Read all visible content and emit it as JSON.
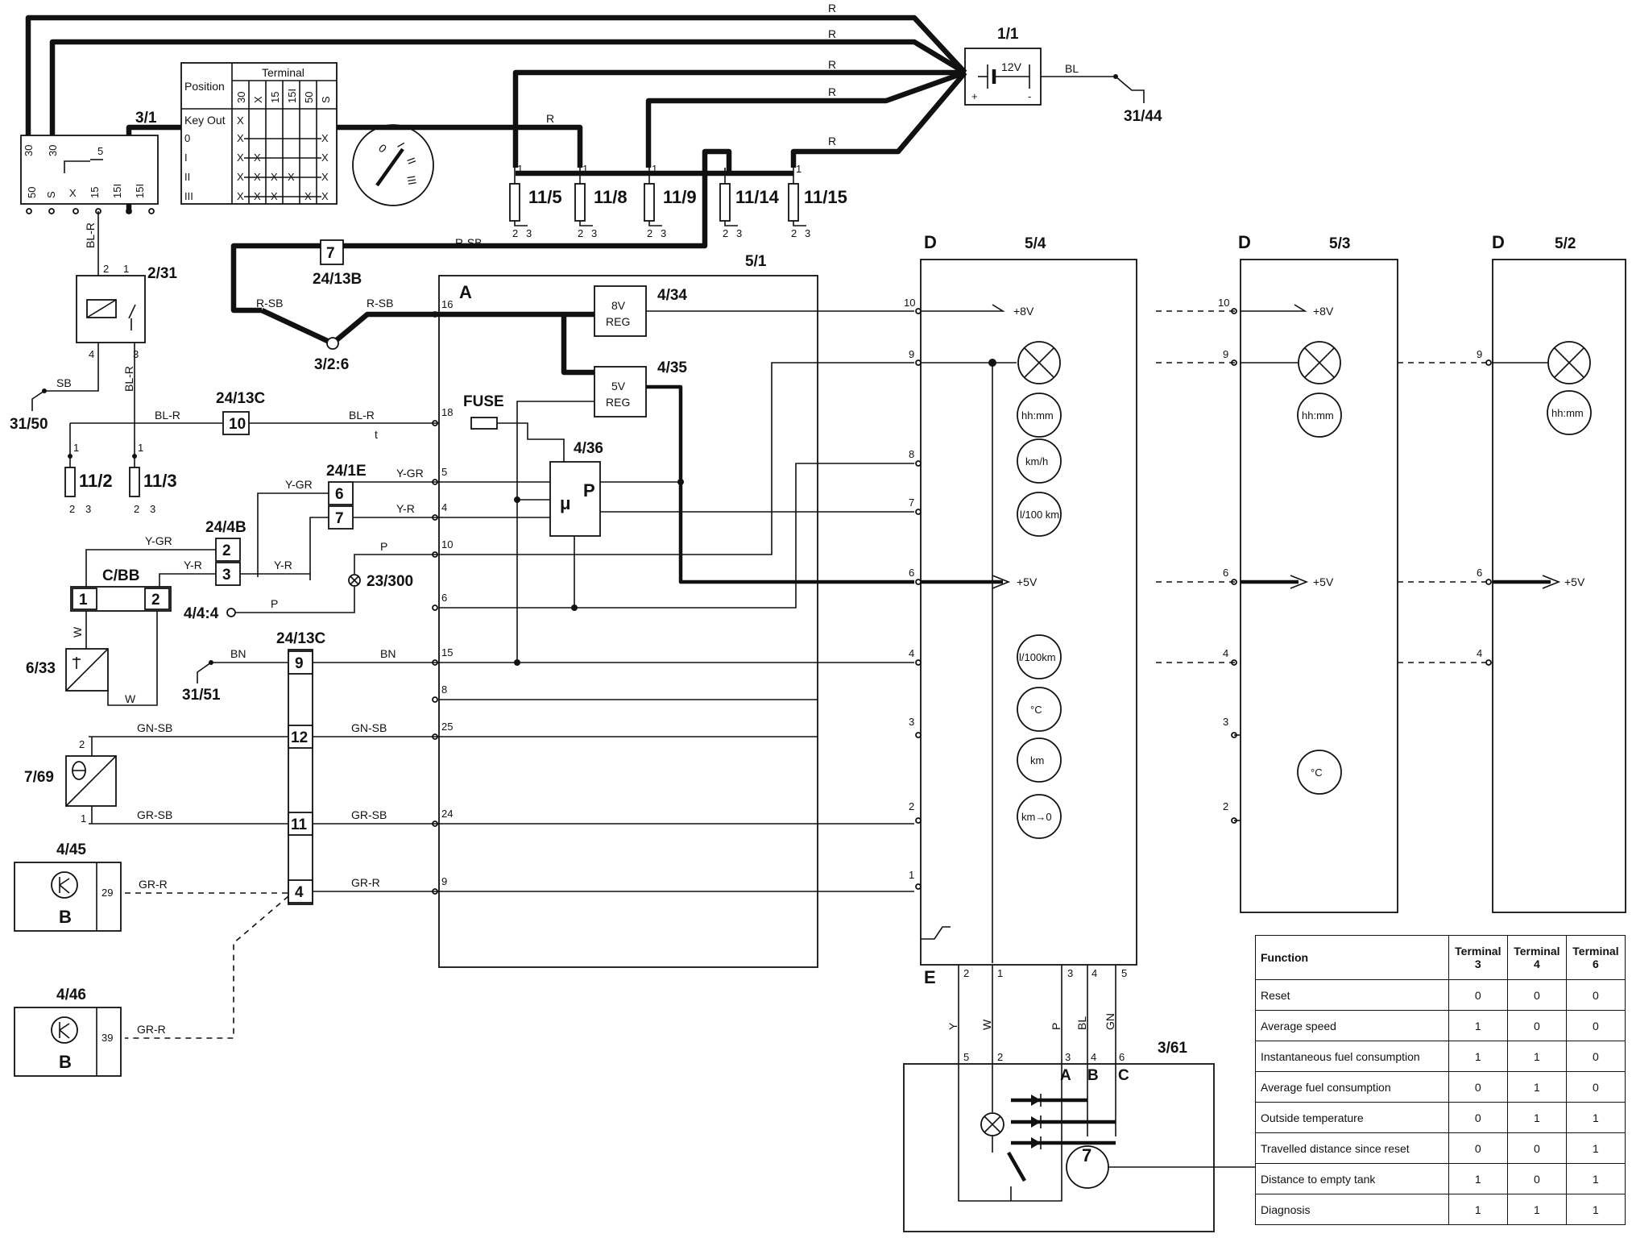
{
  "components": {
    "battery": {
      "ref": "1/1",
      "voltage": "12V",
      "plus": "+",
      "minus": "-"
    },
    "ground_31_44": "31/44",
    "ignition_switch": {
      "ref": "3/1",
      "top_pins": [
        "30",
        "30"
      ],
      "pin5": "5",
      "bottom_pins": [
        "50",
        "S",
        "X",
        "15",
        "15I",
        "15I"
      ],
      "key_positions": [
        "0",
        "I",
        "II",
        "III"
      ]
    },
    "position_table": {
      "position_label": "Position",
      "terminal_label": "Terminal",
      "key_out": "Key Out",
      "terminals": [
        "30",
        "X",
        "15",
        "15I",
        "50",
        "S"
      ],
      "rows": [
        "0",
        "I",
        "II",
        "III"
      ],
      "mark": "X"
    },
    "relay": {
      "ref": "2/31",
      "pins": [
        "2",
        "1",
        "4",
        "3"
      ]
    },
    "ground_31_50": "31/50",
    "ground_31_51": "31/51",
    "fuses_top": [
      {
        "ref": "11/5",
        "pins": [
          "1",
          "2",
          "3"
        ]
      },
      {
        "ref": "11/8",
        "pins": [
          "1",
          "2",
          "3"
        ]
      },
      {
        "ref": "11/9",
        "pins": [
          "1",
          "2",
          "3"
        ]
      },
      {
        "ref": "11/14",
        "pins": [
          "1",
          "2",
          "3"
        ]
      },
      {
        "ref": "11/15",
        "pins": [
          "1",
          "2",
          "3"
        ]
      }
    ],
    "fuses_left": [
      {
        "ref": "11/2",
        "pins": [
          "1",
          "2",
          "3"
        ]
      },
      {
        "ref": "11/3",
        "pins": [
          "1",
          "2",
          "3"
        ]
      }
    ],
    "conn_24_13B": {
      "ref": "24/13B",
      "pin": "7"
    },
    "splice_3_2_6": "3/2:6",
    "conn_24_13C_top": {
      "ref": "24/13C",
      "pin": "10"
    },
    "conn_24_1E": {
      "ref": "24/1E",
      "pins": [
        "6",
        "7"
      ]
    },
    "conn_24_4B": {
      "ref": "24/4B",
      "pins": [
        "2",
        "3"
      ]
    },
    "conn_C_BB": {
      "ref": "C/BB",
      "pins": [
        "1",
        "2"
      ]
    },
    "sensor_6_33": "6/33",
    "lamp_23_300": "23/300",
    "ground_4_4_4": "4/4:4",
    "conn_24_13C_bottom": {
      "ref": "24/13C",
      "pins": [
        "9",
        "12",
        "11",
        "4"
      ]
    },
    "sensor_7_69": {
      "ref": "7/69",
      "pins": [
        "2",
        "1"
      ]
    },
    "ecu_4_45": {
      "ref": "4/45",
      "pin": "29",
      "letter": "B"
    },
    "ecu_4_46": {
      "ref": "4/46",
      "pin": "39",
      "letter": "B"
    },
    "module_5_1": {
      "ref": "5/1",
      "section": "A",
      "pins": [
        "16",
        "18",
        "5",
        "4",
        "10",
        "6",
        "15",
        "8",
        "25",
        "24",
        "9"
      ],
      "fuse_label": "FUSE",
      "reg8_ref": "4/34",
      "reg8_text": [
        "8V",
        "REG"
      ],
      "reg5_ref": "4/35",
      "reg5_text": [
        "5V",
        "REG"
      ],
      "micro_ref": "4/36",
      "micro_text": "P"
    },
    "display_5_4": {
      "ref": "5/4",
      "section_d": "D",
      "section_e": "E",
      "pins_left": [
        "10",
        "9",
        "8",
        "7",
        "6",
        "4",
        "3",
        "2",
        "1"
      ],
      "plus8": "+8V",
      "plus5": "+5V",
      "gauges": [
        "hh:mm",
        "km/h",
        "l/100 km",
        "l/100km",
        "°C",
        "km",
        "km→0"
      ],
      "bottom_pins": [
        "2",
        "1",
        "3",
        "4",
        "5"
      ]
    },
    "display_5_3": {
      "ref": "5/3",
      "section_d": "D",
      "pins_left": [
        "10",
        "9",
        "6",
        "4",
        "3",
        "2"
      ],
      "plus8": "+8V",
      "plus5": "+5V",
      "gauges": [
        "hh:mm",
        "°C"
      ]
    },
    "display_5_2": {
      "ref": "5/2",
      "section_d": "D",
      "pins_left": [
        "9",
        "6",
        "4"
      ],
      "plus5": "+5V",
      "gauges": [
        "hh:mm"
      ]
    },
    "switch_3_61": {
      "ref": "3/61",
      "pins": [
        "5",
        "2",
        "3",
        "4",
        "6"
      ],
      "letters": [
        "A",
        "B",
        "C"
      ],
      "motor_label": "7"
    }
  },
  "wires": {
    "R": "R",
    "BL": "BL",
    "R_SB": "R-SB",
    "BL_R": "BL-R",
    "SB": "SB",
    "Y_GR": "Y-GR",
    "Y_R": "Y-R",
    "P": "P",
    "W": "W",
    "BN": "BN",
    "GN_SB": "GN-SB",
    "GR_SB": "GR-SB",
    "GR_R": "GR-R",
    "Y": "Y",
    "GN": "GN",
    "t": "t"
  },
  "function_table": {
    "headers": [
      "Function",
      "Terminal 3",
      "Terminal 4",
      "Terminal 6"
    ],
    "header_lines": [
      [
        "Terminal",
        "3"
      ],
      [
        "Terminal",
        "4"
      ],
      [
        "Terminal",
        "6"
      ]
    ],
    "rows": [
      {
        "function": "Reset",
        "t3": "0",
        "t4": "0",
        "t6": "0"
      },
      {
        "function": "Average speed",
        "t3": "1",
        "t4": "0",
        "t6": "0"
      },
      {
        "function": "Instantaneous fuel consumption",
        "t3": "1",
        "t4": "1",
        "t6": "0"
      },
      {
        "function": "Average fuel consumption",
        "t3": "0",
        "t4": "1",
        "t6": "0"
      },
      {
        "function": "Outside temperature",
        "t3": "0",
        "t4": "1",
        "t6": "1"
      },
      {
        "function": "Travelled distance since reset",
        "t3": "0",
        "t4": "0",
        "t6": "1"
      },
      {
        "function": "Distance to empty tank",
        "t3": "1",
        "t4": "0",
        "t6": "1"
      },
      {
        "function": "Diagnosis",
        "t3": "1",
        "t4": "1",
        "t6": "1"
      }
    ]
  }
}
